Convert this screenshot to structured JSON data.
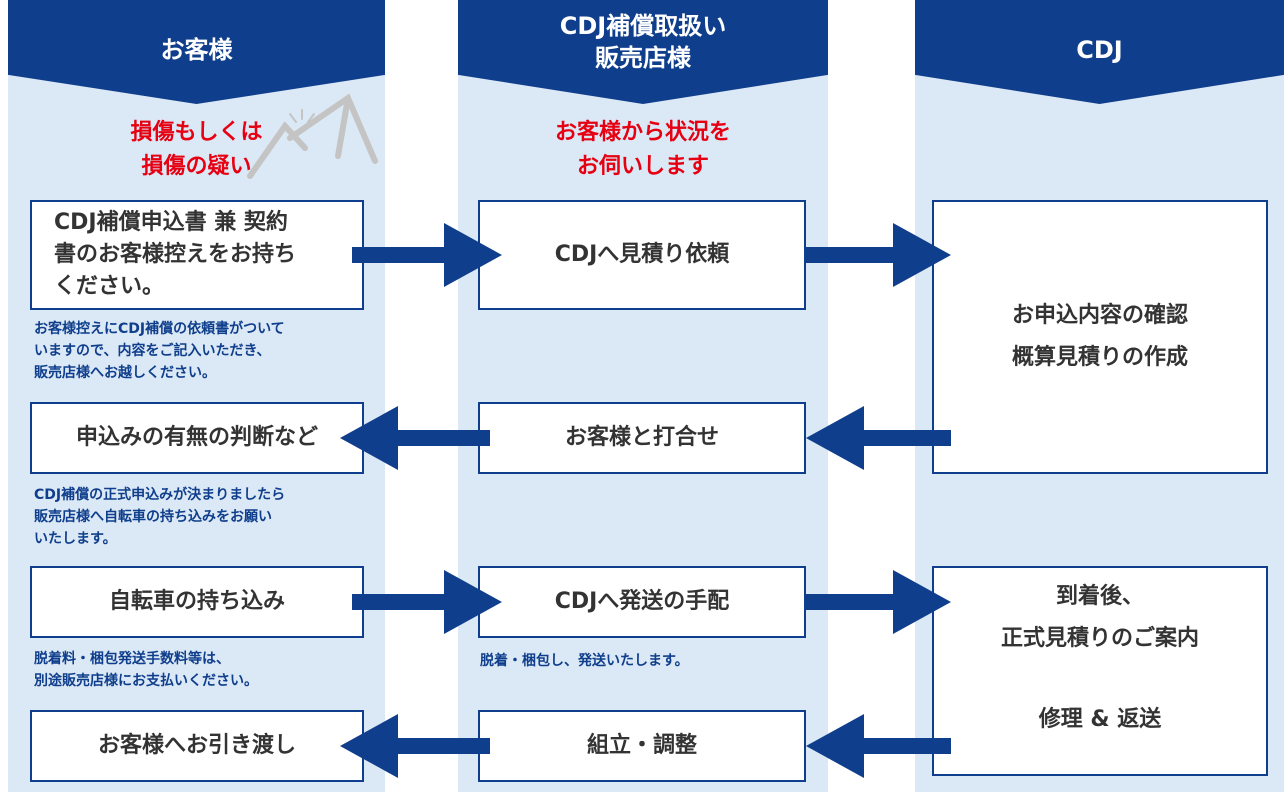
{
  "columns": {
    "customer": {
      "title": "お客様"
    },
    "dealer": {
      "title": "CDJ補償取扱い\n販売店様"
    },
    "cdj": {
      "title": "CDJ"
    }
  },
  "highlights": {
    "customer": "損傷もしくは\n損傷の疑い",
    "dealer": "お客様から状況を\nお伺いします"
  },
  "boxes": {
    "bring_copy": "CDJ補償申込書 兼 契約\n書のお客様控えをお持ち\nください。",
    "quote_request": "CDJへ見積り依頼",
    "confirm_estimate": "お申込内容の確認\n概算見積りの作成",
    "decide": "申込みの有無の判断など",
    "consult": "お客様と打合せ",
    "bring_bike": "自転車の持ち込み",
    "ship_arrange": "CDJへ発送の手配",
    "formal_quote": "到着後、\n正式見積りのご案内",
    "repair_return": "修理 & 返送",
    "handover": "お客様へお引き渡し",
    "assemble": "組立・調整"
  },
  "notes": {
    "fill_form": "お客様控えにCDJ補償の依頼書がついて\nいますので、内容をご記入いただき、\n販売店様へお越しください。",
    "bring_request": "CDJ補償の正式申込みが決まりましたら\n販売店様へ自転車の持ち込みをお願い\nいたします。",
    "fees": "脱着料・梱包発送手数料等は、\n別途販売店様にお支払いください。",
    "packing": "脱着・梱包し、発送いたします。"
  },
  "colors": {
    "navy": "#0f3e8c",
    "light_blue": "#dbe8f5",
    "red": "#e60012"
  }
}
